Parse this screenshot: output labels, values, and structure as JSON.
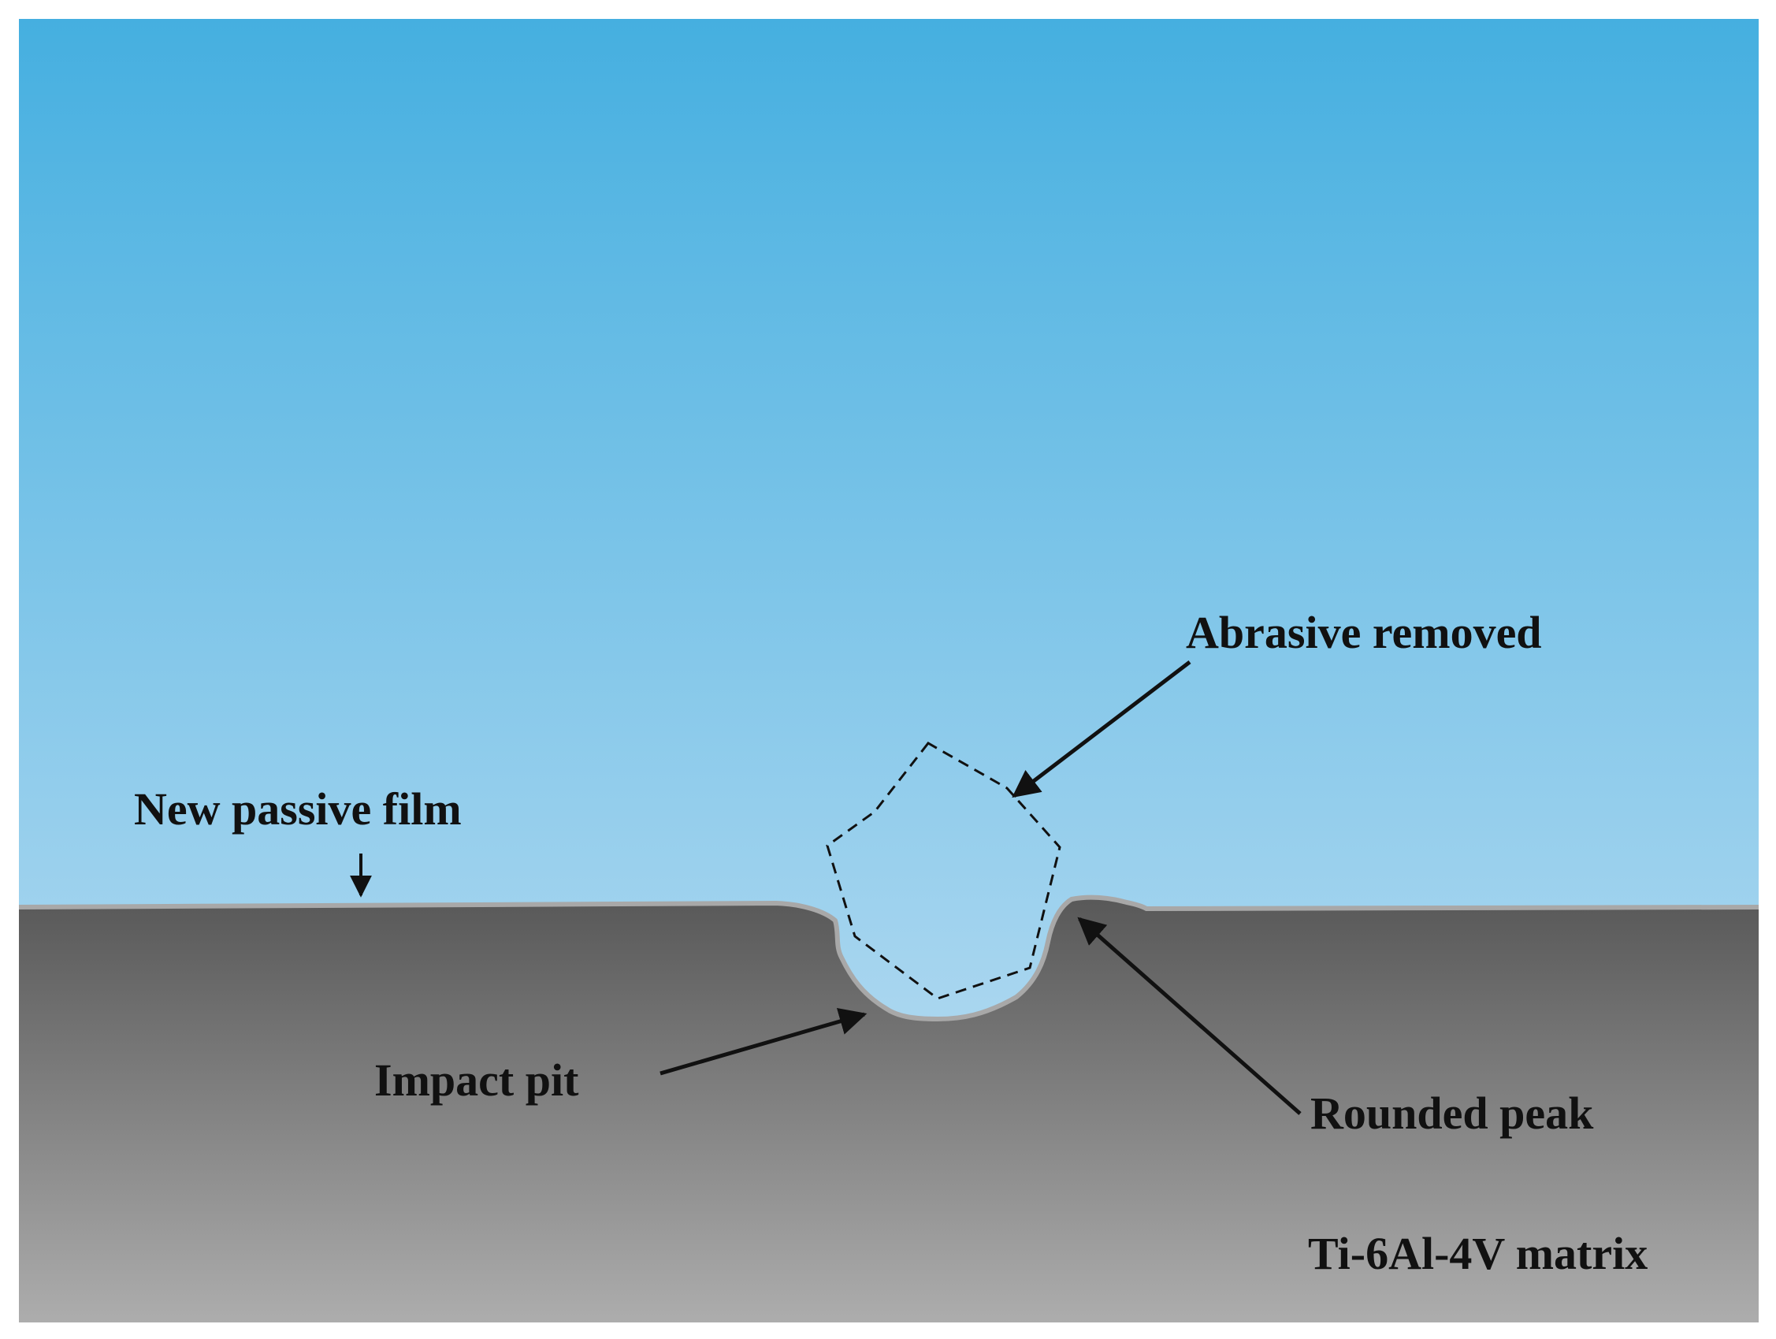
{
  "diagram": {
    "labels": {
      "abrasive_removed": "Abrasive removed",
      "new_passive_film": "New passive film",
      "impact_pit": "Impact pit",
      "rounded_peak": "Rounded peak",
      "matrix": "Ti-6Al-4V matrix"
    },
    "colors": {
      "sky_top": "#45AFE0",
      "sky_bottom": "#C8E2F4",
      "matrix_top": "#585858",
      "matrix_bottom": "#ADADAD",
      "passive_film": "#A8A8A8",
      "text": "#111111"
    }
  }
}
